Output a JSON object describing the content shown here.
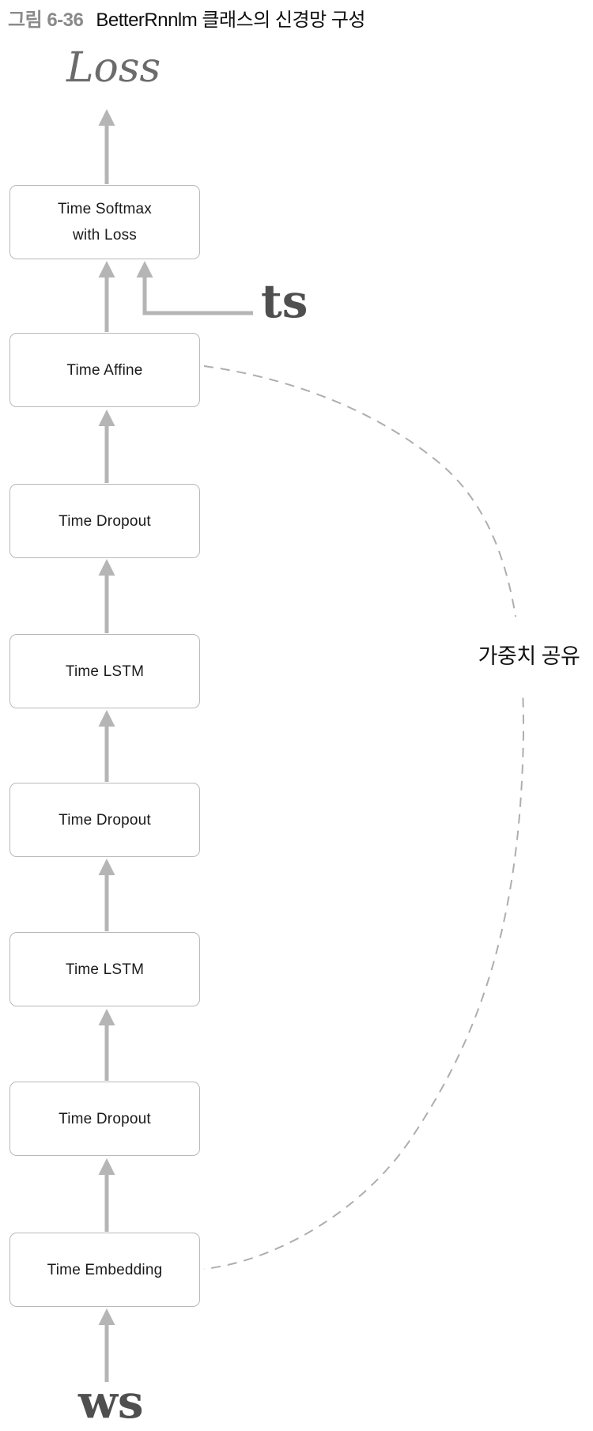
{
  "figure_caption": {
    "tag": "그림 6-36",
    "title": "BetterRnnlm 클래스의 신경망 구성"
  },
  "diagram": {
    "loss_label": "Loss",
    "ts_label": "ts",
    "ws_label": "ws",
    "weight_share_label": "가중치 공유",
    "boxes": [
      {
        "lines": [
          "Time Softmax",
          "with Loss"
        ]
      },
      {
        "lines": [
          "Time Affine"
        ]
      },
      {
        "lines": [
          "Time Dropout"
        ]
      },
      {
        "lines": [
          "Time LSTM"
        ]
      },
      {
        "lines": [
          "Time Dropout"
        ]
      },
      {
        "lines": [
          "Time LSTM"
        ]
      },
      {
        "lines": [
          "Time Dropout"
        ]
      },
      {
        "lines": [
          "Time Embedding"
        ]
      }
    ],
    "colors": {
      "arrow": "#b5b5b5",
      "box_border": "#b9b9b9",
      "dashed_line": "#aeaeae",
      "loss_text": "#6b6b6b",
      "ts_ws_text": "#4f4f4f",
      "caption_tag": "#8a8a8a",
      "box_text": "#1a1a1a"
    }
  }
}
